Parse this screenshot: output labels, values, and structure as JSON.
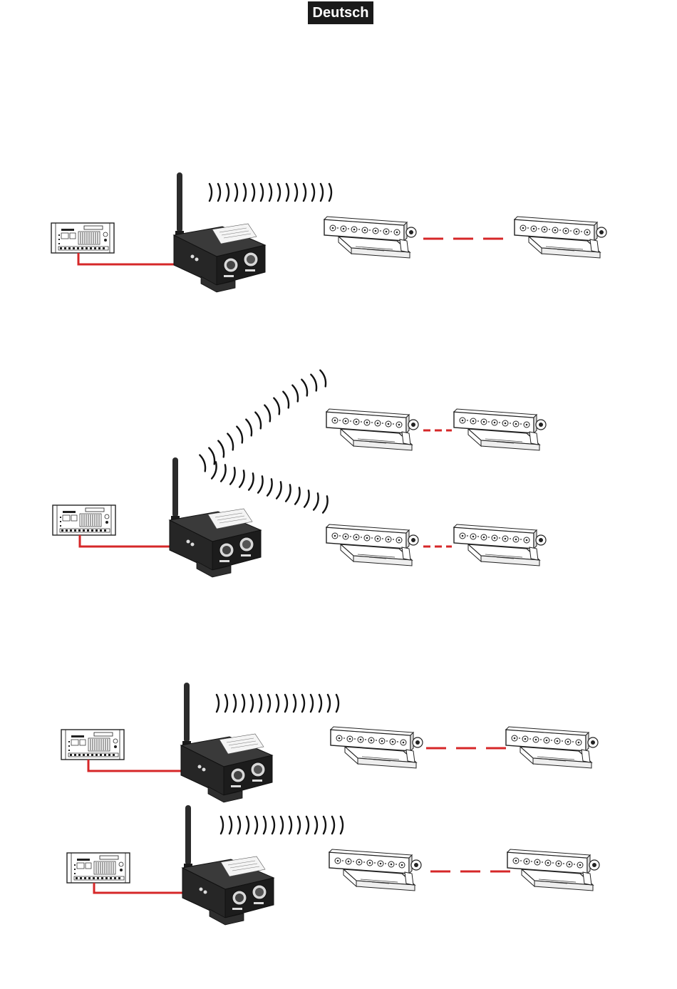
{
  "header": {
    "language_label": "Deutsch"
  },
  "colors": {
    "cable": "#d62728",
    "device": "#2b2b2b",
    "label_bg": "#1a1a1a"
  },
  "icons": [
    "dmx-controller-icon",
    "wireless-transceiver-icon",
    "antenna-icon",
    "radio-waves-icon",
    "led-bar-fixture-icon",
    "dmx-cable-icon"
  ],
  "diagrams": [
    {
      "name": "single-link"
    },
    {
      "name": "split-link"
    },
    {
      "name": "dual-transmitter-top"
    },
    {
      "name": "dual-transmitter-bottom"
    }
  ]
}
